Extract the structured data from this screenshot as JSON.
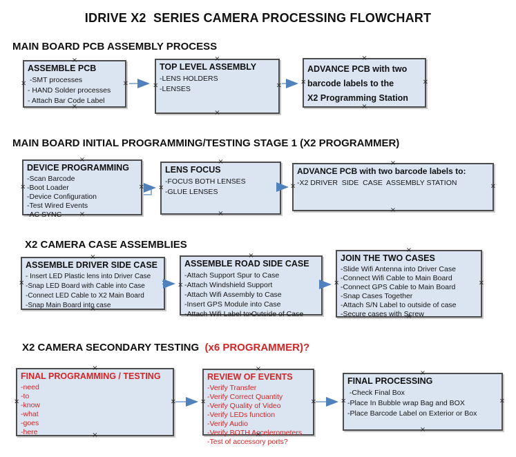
{
  "title": "IDRIVE X2  SERIES CAMERA PROCESSING FLOWCHART",
  "sections": {
    "s1": {
      "heading": "MAIN BOARD PCB ASSEMBLY PROCESS"
    },
    "s2": {
      "heading": "MAIN BOARD INITIAL PROGRAMMING/TESTING STAGE 1 (X2 PROGRAMMER)"
    },
    "s3": {
      "heading": "X2 CAMERA CASE ASSEMBLIES"
    },
    "s4": {
      "heading_black": "X2 CAMERA SECONDARY TESTING  ",
      "heading_red": "(x6 PROGRAMMER)?"
    }
  },
  "boxes": {
    "s1b1": {
      "title": "ASSEMBLE PCB",
      "items": [
        " -SMT processes",
        "- HAND Solder processes",
        "- Attach Bar Code Label"
      ]
    },
    "s1b2": {
      "title": "TOP LEVEL ASSEMBLY",
      "items": [
        "-LENS HOLDERS",
        "-LENSES"
      ]
    },
    "s1b3": {
      "title": "ADVANCE PCB with two\nbarcode labels to the\n X2 Programming Station",
      "items": []
    },
    "s2b1": {
      "title": "DEVICE PROGRAMMING",
      "items": [
        "-Scan Barcode",
        "-Boot Loader",
        "-Device Configuration",
        "-Test Wired Events",
        "-AC SYNC"
      ]
    },
    "s2b2": {
      "title": "LENS FOCUS",
      "items": [
        "-FOCUS BOTH LENSES",
        "-GLUE LENSES"
      ]
    },
    "s2b3": {
      "title": "ADVANCE PCB with two barcode labels to:",
      "items": [
        "-X2 DRIVER  SIDE  CASE  ASSEMBLY STATION"
      ]
    },
    "s3b1": {
      "title": "ASSEMBLE DRIVER SIDE CASE",
      "items": [
        "- Insert LED Plastic lens into Driver Case",
        "-Snap LED Board with Cable into Case",
        "-Connect LED Cable to X2 Main Board",
        "-Snap Main Board into case"
      ]
    },
    "s3b2": {
      "title": "ASSEMBLE ROAD SIDE CASE",
      "items": [
        "-Attach Support Spur to Case",
        "-Attach Windshield Support",
        "-Attach Wifi Assembly to Case",
        "-Insert GPS Module into Case",
        "-Attach Wifi Label to Outside of Case"
      ]
    },
    "s3b3": {
      "title": "JOIN THE TWO CASES",
      "items": [
        "-Slide Wifi Antenna into Driver Case",
        "-Connect Wifi Cable to Main Board",
        "-Connect GPS Cable to Main Board",
        "-Snap Cases Together",
        "-Attach S/N Label to outside of case",
        "-Secure cases with Screw"
      ]
    },
    "s4b1": {
      "title": "FINAL PROGRAMMING / TESTING",
      "items": [
        "-need",
        "-to",
        "-know",
        "-what",
        "-goes",
        "-here"
      ]
    },
    "s4b2": {
      "title": "REVIEW OF EVENTS",
      "items": [
        "-Verify Transfer",
        "-Verify Correct Quantity",
        "-Verify Quality of Video",
        "-Verify LEDs function",
        "-Verify Audio",
        "-Verify BOTH Accelerometers",
        "-Test of accessory ports?"
      ]
    },
    "s4b3": {
      "title": "FINAL PROCESSING",
      "items": [
        " -Check Final Box",
        "-Place In Bubble wrap Bag and BOX",
        "-Place Barcode Label on Exterior or Box"
      ]
    }
  },
  "decorations": {
    "handle_glyph": "×"
  },
  "colors": {
    "box_fill": "#dbe5f1",
    "box_border": "#4c4c4c",
    "arrow_line": "#95b3d7",
    "arrow_head": "#4f81bd",
    "red_text": "#d32525",
    "black_text": "#111111",
    "background": "#ffffff"
  }
}
